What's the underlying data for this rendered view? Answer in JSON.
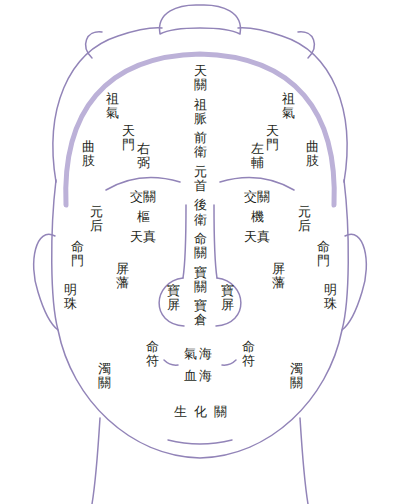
{
  "diagram": {
    "labels": [
      "天關",
      "祖氣",
      "祖氣",
      "祖脈",
      "天門",
      "天門",
      "曲肢",
      "右弼",
      "前衛",
      "左輔",
      "曲肢",
      "元首",
      "交關",
      "交關",
      "後衛",
      "元后",
      "樞",
      "機",
      "元后",
      "天真",
      "天真",
      "命門",
      "命門",
      "命關",
      "屏藩",
      "屏藩",
      "明珠",
      "明珠",
      "寶關",
      "寶屏",
      "寶屏",
      "寶倉",
      "命符",
      "命符",
      "氣海",
      "血海",
      "濁關",
      "濁關",
      "生化關"
    ]
  }
}
